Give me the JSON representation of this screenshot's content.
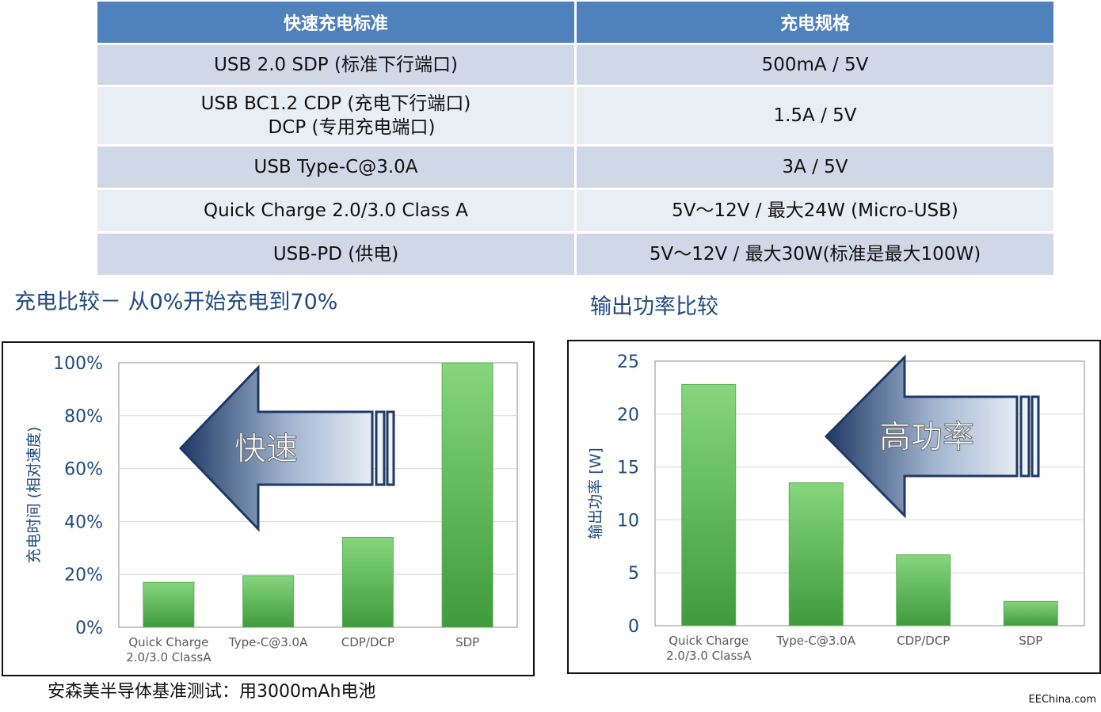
{
  "table": {
    "headers": [
      "快速充电标准",
      "充电规格"
    ],
    "rows": [
      {
        "standard": [
          "USB 2.0 SDP (标准下行端口)"
        ],
        "spec": "500mA / 5V"
      },
      {
        "standard": [
          "USB BC1.2 CDP (充电下行端口)",
          "DCP (专用充电端口)"
        ],
        "spec": "1.5A / 5V"
      },
      {
        "standard": [
          "USB Type-C@3.0A"
        ],
        "spec": "3A / 5V"
      },
      {
        "standard": [
          "Quick Charge 2.0/3.0 Class A"
        ],
        "spec": "5V～12V / 最大24W (Micro-USB)"
      },
      {
        "standard": [
          "USB-PD (供电)"
        ],
        "spec": "5V～12V  / 最大30W(标准是最大100W)"
      }
    ]
  },
  "left_section_title": "充电比较－ 从0%开始充电到70%",
  "right_section_title": "输出功率比较",
  "footnote": "安森美半导体基准测试：用3000mAh电池",
  "credit": "EEChina.com",
  "colors": {
    "header_bg": "#4f81bd",
    "row_odd": "#d0d8e8",
    "row_even": "#e9edf4",
    "title_blue": "#1f497d",
    "bar_top": "#86d67c",
    "bar_bottom": "#3f9b3c",
    "arrow_dark": "#1f3864",
    "arrow_light": "#e6ecf4"
  },
  "chart_data": [
    {
      "type": "bar",
      "categories": [
        [
          "Quick Charge",
          "2.0/3.0 ClassA"
        ],
        [
          "Type-C@3.0A"
        ],
        [
          "CDP/DCP"
        ],
        [
          "SDP"
        ]
      ],
      "values": [
        0.17,
        0.195,
        0.34,
        1.0
      ],
      "ylabel": "充电时间 (相对速度)",
      "ylim": [
        0,
        1
      ],
      "yticks": [
        0,
        0.2,
        0.4,
        0.6,
        0.8,
        1.0
      ],
      "ytick_labels": [
        "0%",
        "20%",
        "40%",
        "60%",
        "80%",
        "100%"
      ],
      "grid": true,
      "annotation": "快速"
    },
    {
      "type": "bar",
      "categories": [
        [
          "Quick Charge",
          "2.0/3.0 ClassA"
        ],
        [
          "Type-C@3.0A"
        ],
        [
          "CDP/DCP"
        ],
        [
          "SDP"
        ]
      ],
      "values": [
        22.8,
        13.5,
        6.7,
        2.3
      ],
      "ylabel": "输出功率 [W]",
      "ylim": [
        0,
        25
      ],
      "yticks": [
        0,
        5,
        10,
        15,
        20,
        25
      ],
      "ytick_labels": [
        "0",
        "5",
        "10",
        "15",
        "20",
        "25"
      ],
      "grid": true,
      "annotation": "高功率"
    }
  ]
}
